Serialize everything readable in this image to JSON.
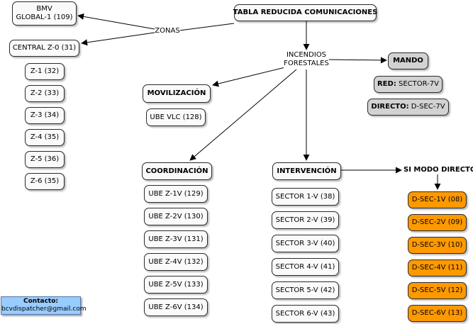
{
  "root": "TABLA REDUCIDA COMUNICACIONES",
  "zonas": "ZONAS",
  "bmv_line1": "BMV",
  "bmv_line2": "GLOBAL-1 (109)",
  "central": "CENTRAL Z-0 (31)",
  "zones": [
    "Z-1 (32)",
    "Z-2 (33)",
    "Z-3 (34)",
    "Z-4 (35)",
    "Z-5 (36)",
    "Z-6 (35)"
  ],
  "incendios_line1": "INCENDIOS",
  "incendios_line2": "FORESTALES",
  "mando": "MANDO",
  "red_key": "RED:",
  "red_val": " SECTOR-7V",
  "directo_key": "DIRECTO:",
  "directo_val": " D-SEC-7V",
  "movilizacion": "MOVILIZACIÓN",
  "ube_vlc": "UBE VLC (128)",
  "coordinacion": "COORDINACIÓN",
  "ube_list": [
    "UBE Z-1V (129)",
    "UBE Z-2V (130)",
    "UBE Z-3V (131)",
    "UBE Z-4V (132)",
    "UBE Z-5V (133)",
    "UBE Z-6V (134)"
  ],
  "intervencion": "INTERVENCIÓN",
  "sector_list": [
    "SECTOR 1-V (38)",
    "SECTOR 2-V (39)",
    "SECTOR 3-V (40)",
    "SECTOR 4-V (41)",
    "SECTOR 5-V (42)",
    "SECTOR 6-V (43)"
  ],
  "si_modo": "SI MODO DIRECTO",
  "dsec_list": [
    "D-SEC-1V (08)",
    "D-SEC-2V (09)",
    "D-SEC-3V (10)",
    "D-SEC-4V (11)",
    "D-SEC-5V (12)",
    "D-SEC-6V (13)"
  ],
  "contact_title": "Contacto:",
  "contact_email": "bcvdispatcher@gmail.com",
  "colors": {
    "node": "#fafafa",
    "gray": "#d2d2d2",
    "orange": "#ff9900",
    "contact": "#99ccff"
  }
}
